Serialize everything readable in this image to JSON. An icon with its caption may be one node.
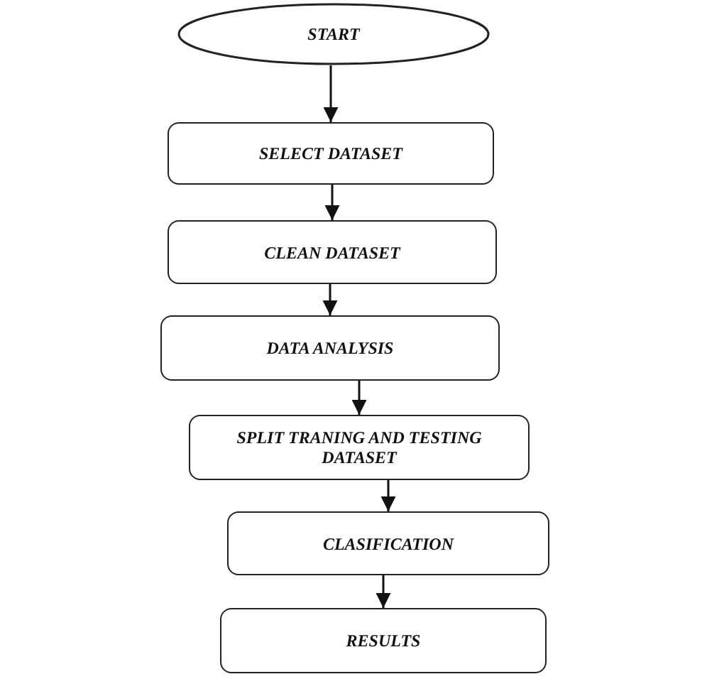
{
  "diagram": {
    "nodes": [
      {
        "text": [
          "START"
        ]
      },
      {
        "text": [
          "SELECT DATASET"
        ]
      },
      {
        "text": [
          "CLEAN DATASET"
        ]
      },
      {
        "text": [
          "DATA ANALYSIS"
        ]
      },
      {
        "text": [
          "SPLIT TRANING AND TESTING DATASET"
        ]
      },
      {
        "text": [
          "CLASIFICATION"
        ]
      },
      {
        "text": [
          "RESULTS"
        ]
      }
    ],
    "edges": [
      {
        "from": 0,
        "to": 1,
        "arrow": "to"
      },
      {
        "from": 1,
        "to": 2,
        "arrow": "to"
      },
      {
        "from": 2,
        "to": 3,
        "arrow": "to"
      },
      {
        "from": 3,
        "to": 4,
        "arrow": "to"
      },
      {
        "from": 4,
        "to": 5,
        "arrow": "to"
      },
      {
        "from": 5,
        "to": 6,
        "arrow": "to"
      }
    ]
  }
}
